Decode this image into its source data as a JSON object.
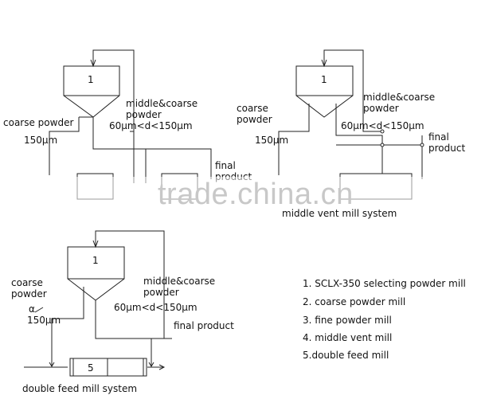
{
  "watermark": "trade.china.cn",
  "top_left": {
    "hopper_label": "1",
    "coarse_powder": "coarse powder",
    "middle_coarse_1": "middle&coarse",
    "middle_coarse_2": "powder",
    "size_range": "60μm<d<150μm",
    "size_150": "150μm",
    "final_1": "final",
    "final_2": "product"
  },
  "top_right": {
    "hopper_label": "1",
    "coarse_1": "coarse",
    "coarse_2": "powder",
    "middle_coarse_1": "middle&coarse",
    "middle_coarse_2": "powder",
    "size_range": "60μm<d<150μm",
    "size_150": "150μm",
    "final_1": "final",
    "final_2": "product",
    "caption": "middle vent mill system"
  },
  "bottom": {
    "hopper_label": "1",
    "coarse_1": "coarse",
    "coarse_2": "powder",
    "alpha": "α",
    "size_150": "150μm",
    "middle_coarse_1": "middle&coarse",
    "middle_coarse_2": "powder",
    "size_range": "60μm<d<150μm",
    "final": "final product",
    "mill_label": "5",
    "caption": "double feed mill system"
  },
  "legend": [
    "1. SCLX-350 selecting powder mill",
    "2. coarse powder mill",
    "3. fine powder mill",
    "4. middle vent mill",
    "5.double feed mill"
  ]
}
